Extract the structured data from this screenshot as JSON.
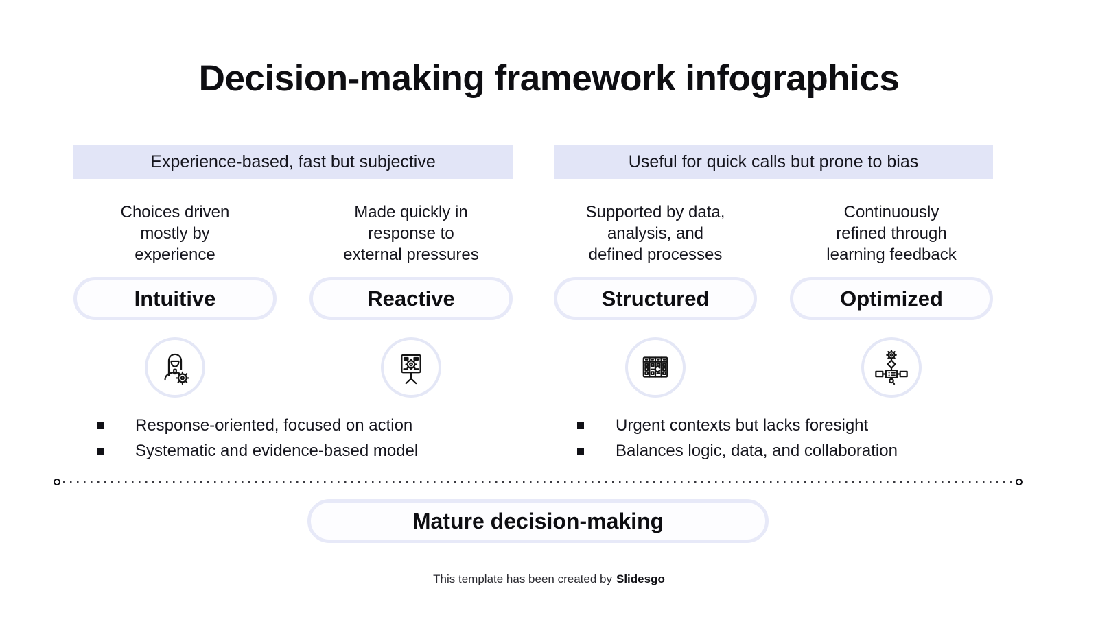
{
  "title": "Decision-making framework infographics",
  "sections": [
    {
      "banner": "Experience-based, fast but subjective",
      "columns": [
        {
          "description": "Choices driven\nmostly by\nexperience",
          "label": "Intuitive",
          "icon": "person-gear-icon"
        },
        {
          "description": "Made quickly in\nresponse to\nexternal pressures",
          "label": "Reactive",
          "icon": "presentation-gear-icon"
        }
      ],
      "bullets": [
        "Response-oriented, focused on action",
        "Systematic and evidence-based model"
      ]
    },
    {
      "banner": "Useful for quick calls but prone to bias",
      "columns": [
        {
          "description": "Supported by data,\nanalysis, and\ndefined processes",
          "label": "Structured",
          "icon": "data-table-icon"
        },
        {
          "description": "Continuously\nrefined through\nlearning feedback",
          "label": "Optimized",
          "icon": "flowchart-gear-icon"
        }
      ],
      "bullets": [
        "Urgent contexts but lacks foresight",
        "Balances logic, data, and collaboration"
      ]
    }
  ],
  "summary_pill": "Mature decision-making",
  "footer": {
    "text": "This template has been created by",
    "brand": "Slidesgo"
  },
  "colors": {
    "banner_bg": "#e2e5f7",
    "pill_border": "#e7e9f8",
    "circle_border": "#e4e7f6",
    "text": "#15151d",
    "title": "#0e0e12"
  }
}
